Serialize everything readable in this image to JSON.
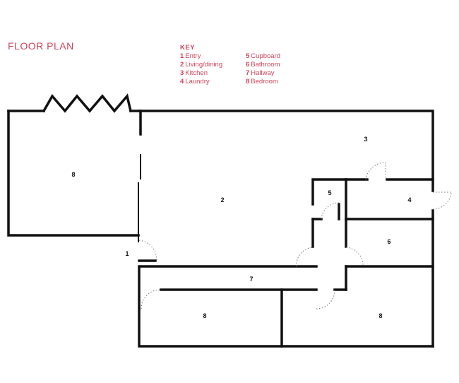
{
  "header": {
    "title": "FLOOR PLAN"
  },
  "key": {
    "title": "KEY",
    "left_items": [
      {
        "num": "1",
        "label": "Entry"
      },
      {
        "num": "2",
        "label": "Living/dining"
      },
      {
        "num": "3",
        "label": "Kitchen"
      },
      {
        "num": "4",
        "label": "Laundry"
      }
    ],
    "right_items": [
      {
        "num": "5",
        "label": "Cupboard"
      },
      {
        "num": "6",
        "label": "Bathroom"
      },
      {
        "num": "7",
        "label": "Hallway"
      },
      {
        "num": "8",
        "label": "Bedroom"
      }
    ]
  },
  "rooms": {
    "bedroom_main": "8",
    "living": "2",
    "kitchen": "3",
    "laundry": "4",
    "cupboard": "5",
    "bathroom": "6",
    "hallway": "7",
    "bedroom_left": "8",
    "bedroom_right": "8",
    "entry": "1"
  },
  "colors": {
    "accent": "#d0445a",
    "wall": "#111111"
  }
}
